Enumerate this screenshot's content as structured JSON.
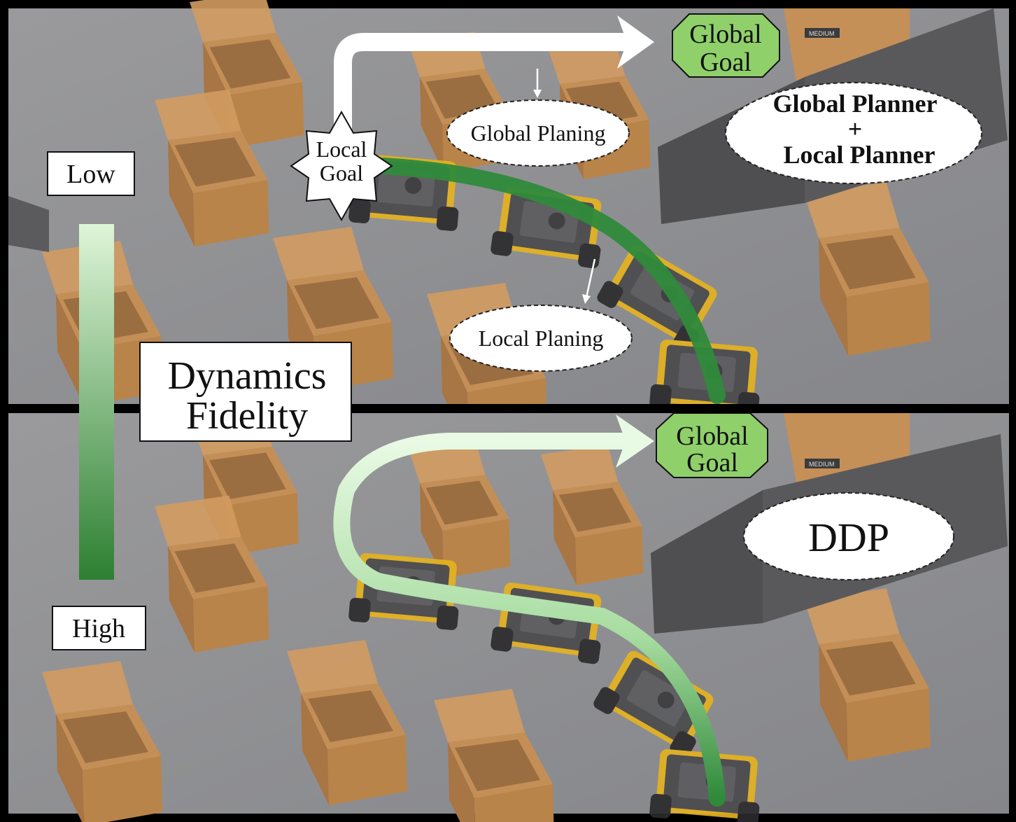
{
  "top_panel": {
    "global_goal": [
      "Global",
      "Goal"
    ],
    "local_goal": [
      "Local",
      "Goal"
    ],
    "global_planning": "Global Planing",
    "local_planning": "Local Planing",
    "method": [
      "Global Planner",
      "+",
      "Local Planner"
    ]
  },
  "bottom_panel": {
    "global_goal": [
      "Global",
      "Goal"
    ],
    "method": "DDP"
  },
  "fidelity_scale": {
    "low": "Low",
    "high": "High",
    "title": [
      "Dynamics",
      "Fidelity"
    ]
  },
  "colors": {
    "floor": "#8f8f91",
    "box": "#b5834f",
    "goal_green": "#8fd06b",
    "path_dark": "#2f8a3a",
    "path_light": "#e4f8df"
  },
  "scene": {
    "box_label": "MEDIUM"
  }
}
